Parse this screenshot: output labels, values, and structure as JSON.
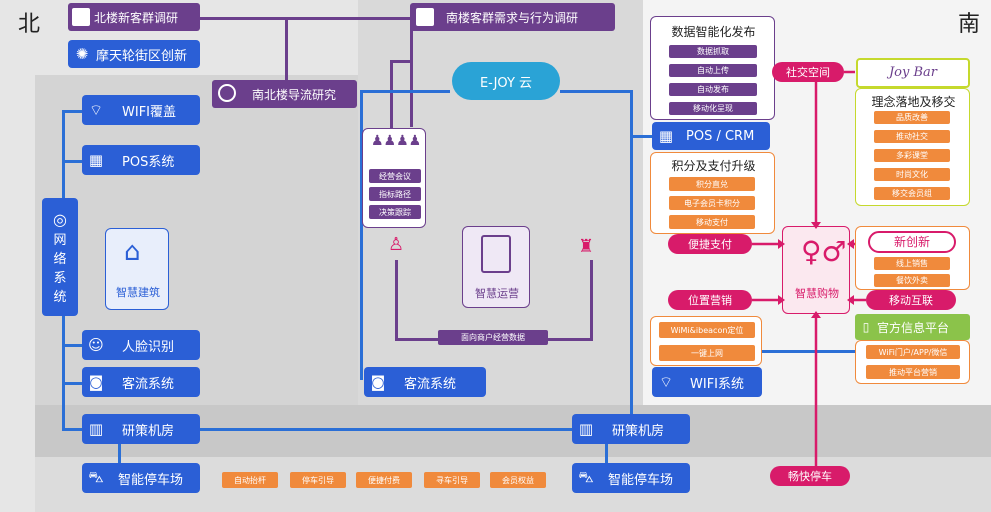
{
  "compass": {
    "north": "北",
    "south": "南"
  },
  "top_bar": {
    "north_survey": "北楼新客群调研",
    "ferris": "摩天轮街区创新",
    "south_survey": "南楼客群需求与行为调研",
    "flow_study": "南北楼导流研究",
    "cloud": "E-JOY 云"
  },
  "left_column": {
    "wifi": "WIFI覆盖",
    "pos": "POS系统",
    "network": [
      "网",
      "络",
      "系",
      "统"
    ],
    "face": "人脸识别",
    "traffic": "客流系统",
    "smart_building": "智慧建筑"
  },
  "middle": {
    "ops_items": [
      "经营会议",
      "指标路径",
      "决策跟踪"
    ],
    "smart_ops": "智慧运营",
    "merchant_data": "面向商户经营数据",
    "traffic": "客流系统"
  },
  "bottom": {
    "room_left": "研策机房",
    "room_right": "研策机房",
    "parking_left": "智能停车场",
    "parking_right": "智能停车场",
    "features": [
      "自动抬杆",
      "停车引导",
      "便捷付费",
      "寻车引导",
      "会员权益"
    ]
  },
  "right": {
    "data_pub_title": "数据智能化发布",
    "data_pub_items": [
      "数据抓取",
      "自动上传",
      "自动发布",
      "移动化呈现"
    ],
    "pos_crm": "POS / CRM",
    "points_title": "积分及支付升级",
    "points_items": [
      "积分直兑",
      "电子会员卡积分",
      "移动支付"
    ],
    "social": "社交空间",
    "joy_logo": "Joy Bar",
    "concept_title": "理念落地及移交",
    "concept_items": [
      "品质改善",
      "推动社交",
      "多彩课堂",
      "时尚文化",
      "移交会员组"
    ],
    "easy_pay": "便捷支付",
    "new_innovation": "新创新",
    "innovation_items": [
      "线上销售",
      "餐饮外卖"
    ],
    "smart_shopping": "智慧购物",
    "location": "位置营销",
    "mobile_internet": "移动互联",
    "wifi_items": [
      "WiMi&ibeacon定位",
      "一键上网"
    ],
    "wifi_system": "WIFI系统",
    "official_platform": "官方信息平台",
    "platform_items": [
      "WiFi门户/APP/微信",
      "推动平台营销"
    ],
    "parking_quick": "畅快停车"
  }
}
